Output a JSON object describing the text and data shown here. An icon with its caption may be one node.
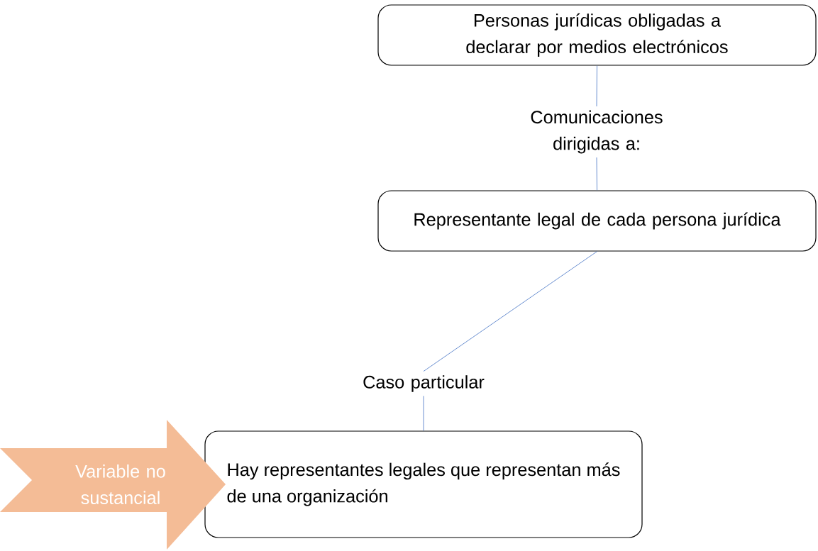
{
  "diagram": {
    "nodes": [
      {
        "text": [
          "Personas jurídicas obligadas a declarar por medios electrónicos"
        ]
      },
      {
        "text": [
          "Comunicaciones dirigidas a:"
        ]
      },
      {
        "text": [
          "Representante legal de cada persona jurídica"
        ]
      },
      {
        "text": [
          "Caso particular"
        ]
      },
      {
        "text": [
          "Hay representantes legales que representan más de una organización"
        ]
      },
      {
        "text": [
          "Variable no sustancial"
        ]
      }
    ],
    "edges": [
      {
        "from": 0,
        "to": 1,
        "arrow": "none"
      },
      {
        "from": 1,
        "to": 2,
        "arrow": "none"
      },
      {
        "from": 2,
        "to": 3,
        "arrow": "none"
      },
      {
        "from": 3,
        "to": 4,
        "arrow": "none"
      }
    ]
  }
}
